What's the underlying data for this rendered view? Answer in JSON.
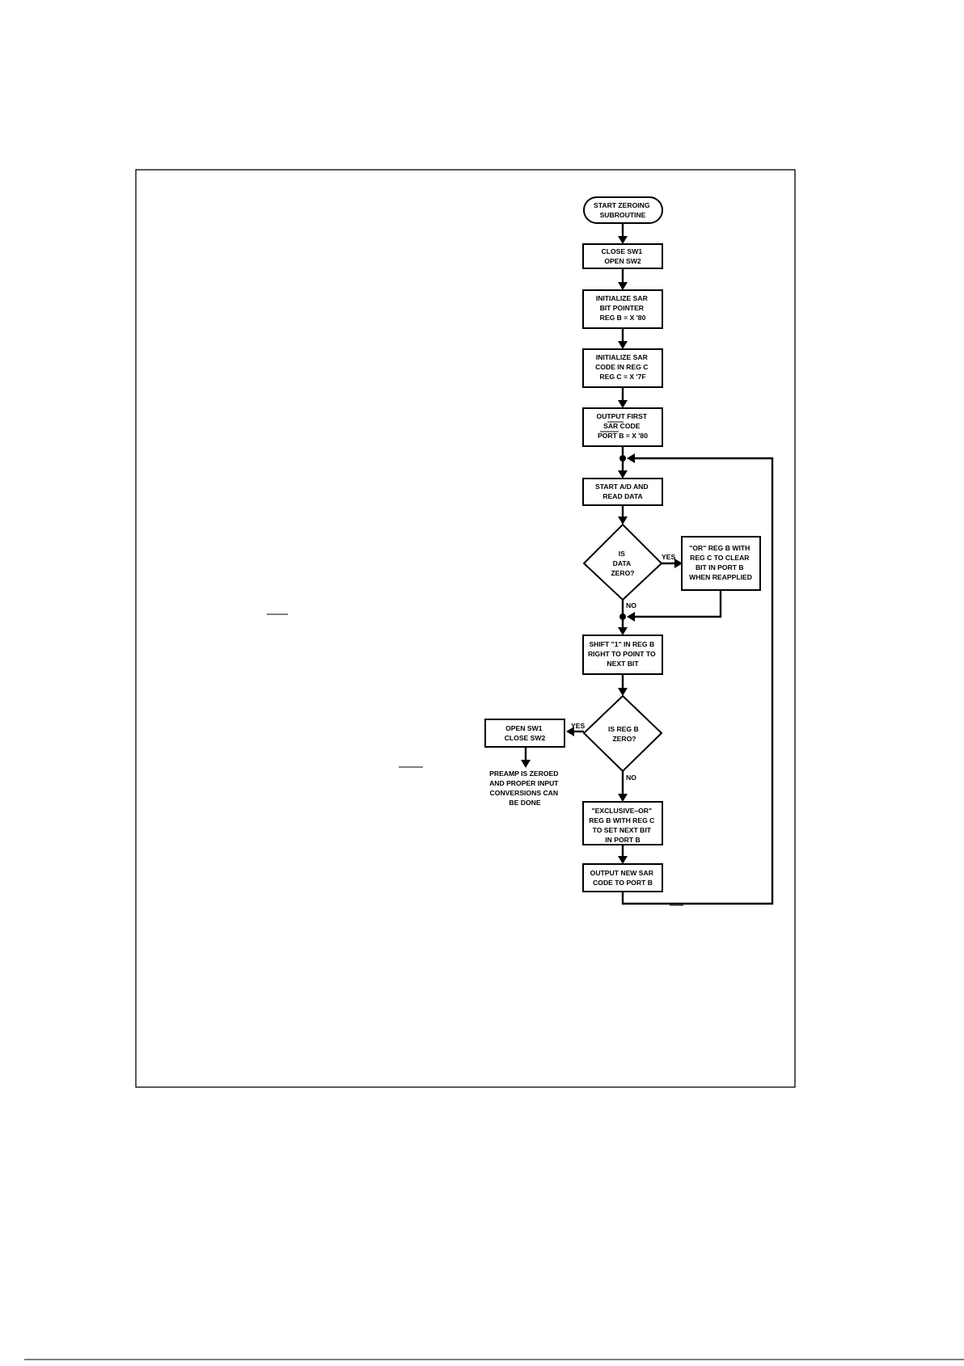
{
  "diagram": {
    "start": [
      "START ZEROING",
      "SUBROUTINE"
    ],
    "step1": [
      "CLOSE SW1",
      "OPEN SW2"
    ],
    "step2": [
      "INITIALIZE SAR",
      "BIT POINTER",
      "REG B = X '80"
    ],
    "step3": [
      "INITIALIZE SAR",
      "CODE IN REG C",
      "REG C = X '7F"
    ],
    "step4": [
      "OUTPUT FIRST",
      "SAR CODE",
      "PORT B = X '80"
    ],
    "step5": [
      "START A/D AND",
      "READ DATA"
    ],
    "decision1": [
      "IS",
      "DATA",
      "ZERO?"
    ],
    "yes1_label": "YES",
    "or_box": [
      "\"OR\" REG B WITH",
      "REG C TO CLEAR",
      "BIT IN PORT B",
      "WHEN REAPPLIED"
    ],
    "no1_label": "NO",
    "step6": [
      "SHIFT \"1\" IN REG B",
      "RIGHT TO POINT TO",
      "NEXT BIT"
    ],
    "decision2": [
      "IS REG B",
      "ZERO?"
    ],
    "yes2_label": "YES",
    "open_box": [
      "OPEN SW1",
      "CLOSE SW2"
    ],
    "result": [
      "PREAMP IS ZEROED",
      "AND PROPER INPUT",
      "CONVERSIONS CAN",
      "BE DONE"
    ],
    "no2_label": "NO",
    "xor_box": [
      "\"EXCLUSIVE–OR\"",
      "REG B WITH REG C",
      "TO SET NEXT BIT",
      "IN PORT B"
    ],
    "output_box": [
      "OUTPUT NEW SAR",
      "CODE TO PORT B"
    ]
  }
}
